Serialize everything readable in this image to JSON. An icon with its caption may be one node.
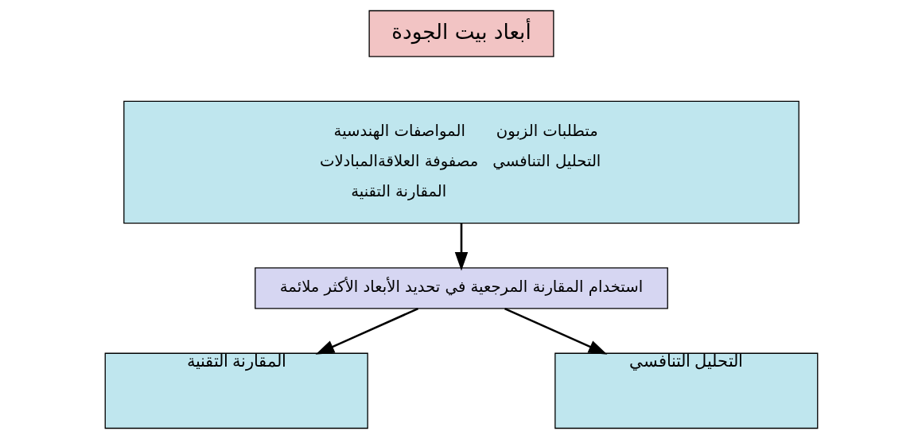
{
  "diagram": {
    "nodes": [
      {
        "text": [
          "أبعاد بيت الجودة"
        ]
      },
      {
        "text": [
          "متطلبات الزبون",
          "المواصفات الهندسية",
          "التحليل التنافسي",
          "مصفوفة العلاقةالمبادلات",
          "المقارنة التقنية"
        ]
      },
      {
        "text": [
          "استخدام المقارنة المرجعية في تحديد الأبعاد الأكثر ملائمة"
        ]
      },
      {
        "text": [
          "التحليل التنافسي"
        ]
      },
      {
        "text": [
          "المقارنة التقنية"
        ]
      }
    ],
    "edges": [
      {
        "from": 1,
        "to": 2,
        "arrow": "to"
      },
      {
        "from": 2,
        "to": 3,
        "arrow": "to"
      },
      {
        "from": 2,
        "to": 4,
        "arrow": "to"
      }
    ]
  }
}
